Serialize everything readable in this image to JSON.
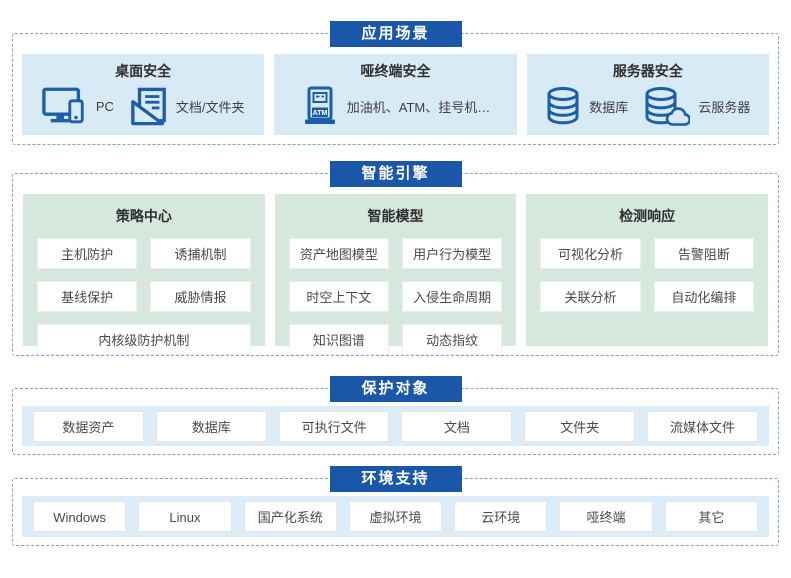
{
  "colors": {
    "badge_bg": "#1b57a8",
    "badge_text": "#ffffff",
    "dashed_border": "#7aa3dd",
    "blue_card_bg": "#d9eaf7",
    "green_card_bg": "#d6e8dd",
    "chip_bg": "#ffffff",
    "icon_blue": "#1b5fa8"
  },
  "sections": {
    "scenarios": {
      "title": "应用场景",
      "cards": [
        {
          "title": "桌面安全",
          "items": [
            {
              "icon": "pc-icon",
              "label": "PC"
            },
            {
              "icon": "document-folder-icon",
              "label": "文档/文件夹"
            }
          ]
        },
        {
          "title": "哑终端安全",
          "items": [
            {
              "icon": "atm-icon",
              "label": "加油机、ATM、挂号机…"
            }
          ]
        },
        {
          "title": "服务器安全",
          "items": [
            {
              "icon": "database-icon",
              "label": "数据库"
            },
            {
              "icon": "cloud-server-icon",
              "label": "云服务器"
            }
          ]
        }
      ]
    },
    "engine": {
      "title": "智能引擎",
      "cards": [
        {
          "title": "策略中心",
          "chips": [
            "主机防护",
            "诱捕机制",
            "基线保护",
            "威胁情报",
            "内核级防护机制"
          ]
        },
        {
          "title": "智能模型",
          "chips": [
            "资产地图模型",
            "用户行为模型",
            "时空上下文",
            "入侵生命周期",
            "知识图谱",
            "动态指纹"
          ]
        },
        {
          "title": "检测响应",
          "chips": [
            "可视化分析",
            "告警阻断",
            "关联分析",
            "自动化编排"
          ]
        }
      ]
    },
    "protection": {
      "title": "保护对象",
      "chips": [
        "数据资产",
        "数据库",
        "可执行文件",
        "文档",
        "文件夹",
        "流媒体文件"
      ]
    },
    "environment": {
      "title": "环境支持",
      "chips": [
        "Windows",
        "Linux",
        "国产化系统",
        "虚拟环境",
        "云环境",
        "哑终端",
        "其它"
      ]
    }
  }
}
